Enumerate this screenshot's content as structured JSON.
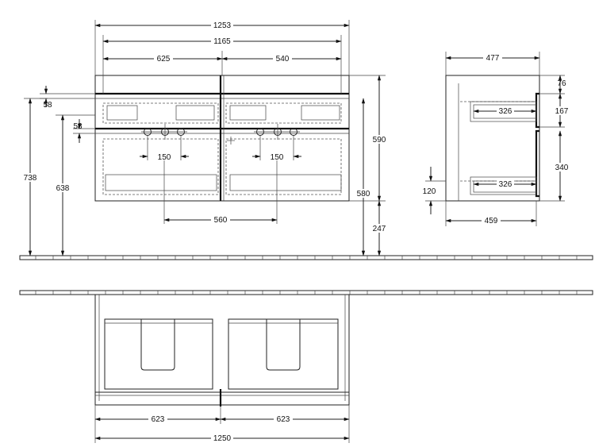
{
  "front_view": {
    "overall_width": "1253",
    "inner_width": "1165",
    "left_basin_offset": "625",
    "right_basin_offset": "540",
    "basin_centers_distance": "560",
    "left_tap_spacing": "150",
    "right_tap_spacing": "150",
    "top_offset_upper": "58",
    "top_offset_lower": "58",
    "height_to_top_from_floor": "738",
    "height_638": "638",
    "cabinet_height": "590",
    "height_580": "580",
    "floor_clearance": "247"
  },
  "side_view": {
    "depth_overall": "477",
    "depth_inner": "459",
    "top_offset": "76",
    "drawer_upper_height": "167",
    "drawer_lower_height": "340",
    "upper_inner_depth": "326",
    "lower_inner_depth": "326",
    "bottom_offset": "120"
  },
  "plan_view": {
    "left_drawer_width": "623",
    "right_drawer_width": "623",
    "overall_width": "1250"
  }
}
